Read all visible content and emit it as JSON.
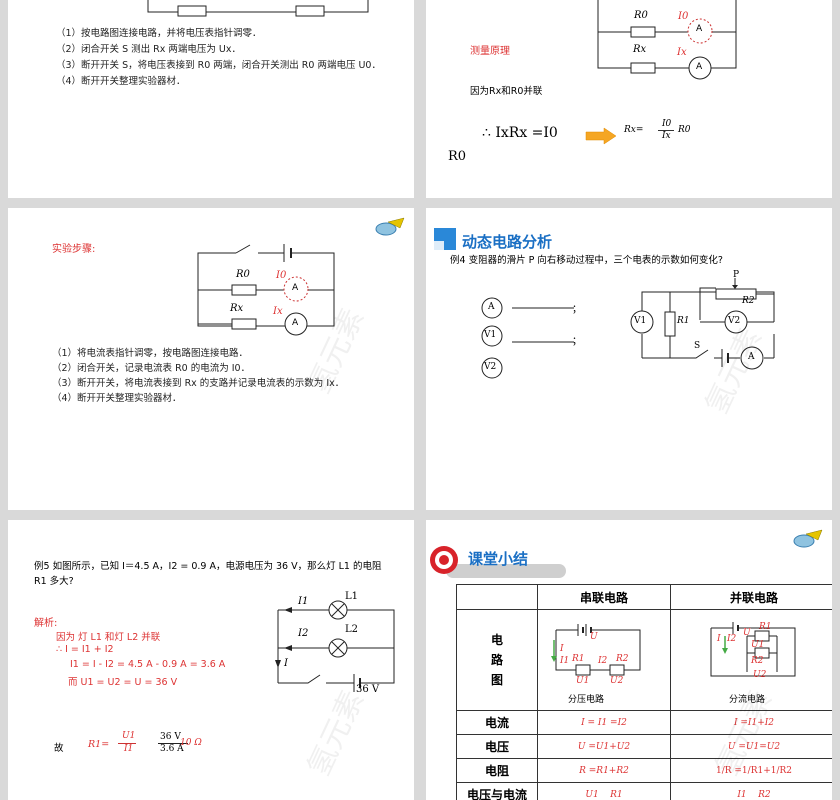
{
  "slide1": {
    "steps": [
      "（1）按电路图连接电路，并将电压表指针调零．",
      "（2）闭合开关 S 测出 Rx 两端电压为 Ux．",
      "（3）断开开关 S，将电压表接到 R0 两端，闭合开关测出 R0 两端电压 U0．",
      "（4）断开开关整理实验器材．"
    ]
  },
  "slide2": {
    "labels": {
      "r0": "R0",
      "i0": "I0",
      "rx": "Rx",
      "ix": "Ix",
      "meter": "A"
    },
    "principle_title": "测量原理",
    "because": "因为Rx和R0并联",
    "equation": "∴ IxRx =I0",
    "formula_lhs": "Rx=",
    "formula_num": "I0",
    "formula_den": "Ix",
    "formula_r": "R0",
    "tail": "R0"
  },
  "slide3": {
    "title": "实验步骤:",
    "labels": {
      "r0": "R0",
      "i0": "I0",
      "rx": "Rx",
      "ix": "Ix",
      "meter": "A"
    },
    "steps": [
      "（1）将电流表指针调零，按电路图连接电路．",
      "（2）闭合开关，记录电流表 R0 的电流为 I0．",
      "（3）断开开关，将电流表接到 Rx 的支路并记录电流表的示数为 Ix．",
      "（4）断开开关整理实验器材．"
    ],
    "watermark": "氢元素"
  },
  "slide4": {
    "heading": "动态电路分析",
    "question": "例4 变阻器的滑片 P 向右移动过程中，三个电表的示数如何变化?",
    "meters": [
      "A",
      "V1",
      "V2"
    ],
    "semicolon": "；",
    "labels": {
      "p": "P",
      "r2": "R2",
      "r1": "R1",
      "v1": "V1",
      "v2": "V2",
      "s": "S",
      "a": "A"
    },
    "watermark": "氢元素"
  },
  "slide5": {
    "question_l1": "例5 如图所示，已知 I＝4.5 A，I2 = 0.9 A，电源电压为 36 V，那么灯 L1 的电阻",
    "question_l2": "R1 多大?",
    "solution_title": "解析:",
    "solution": [
      "因为 灯 L1 和灯 L2 并联",
      "∴  I = I1 + I2",
      "I1 = I - I2 = 4.5 A - 0.9 A = 3.6 A",
      "而 U1 = U2 = U = 36 V"
    ],
    "therefore": "故",
    "r1_lhs": "R1=",
    "frac_num": "U1",
    "frac_den": "I1",
    "val_num": "36 V",
    "val_den": "3.6 A",
    "result": "10 Ω",
    "circuit": {
      "i1": "I1",
      "l1": "L1",
      "i2": "I2",
      "l2": "L2",
      "i": "I",
      "v": "36 V"
    },
    "watermark": "氢元素"
  },
  "slide6": {
    "heading": "课堂小结",
    "col_series": "串联电路",
    "col_parallel": "并联电路",
    "row_diagram": "电路图",
    "series_caption": "分压电路",
    "parallel_caption": "分流电路",
    "series_labels": {
      "u": "U",
      "i": "I",
      "i1": "I1",
      "r1": "R1",
      "i2": "I2",
      "r2": "R2",
      "u1": "U1",
      "u2": "U2"
    },
    "parallel_labels": {
      "i": "I",
      "i2": "I2",
      "u": "U",
      "r1": "R1",
      "u1": "U1",
      "r2": "R2",
      "u2": "U2"
    },
    "rows": [
      {
        "name": "电流",
        "series": "I = I1 =I2",
        "parallel": "I =I1+I2"
      },
      {
        "name": "电压",
        "series": "U =U1+U2",
        "parallel": "U =U1=U2"
      },
      {
        "name": "电阻",
        "series": "R =R1+R2",
        "parallel": "1/R =1/R1+1/R2"
      },
      {
        "name": "电压与电流",
        "series": "U1    R1",
        "parallel": "I1    R2"
      }
    ],
    "watermark": "氢元素"
  }
}
